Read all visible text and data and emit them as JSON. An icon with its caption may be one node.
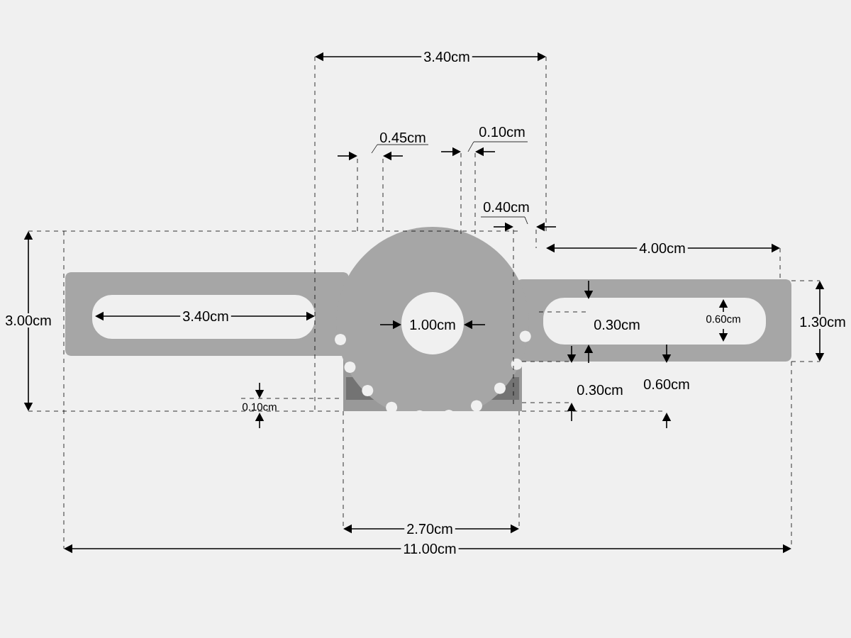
{
  "diagram": {
    "labels": [
      "3.40cm",
      "0.45cm",
      "0.10cm",
      "0.40cm",
      "4.00cm",
      "3.00cm",
      "3.40cm",
      "1.00cm",
      "0.30cm",
      "0.60cm",
      "1.30cm",
      "0.30cm",
      "0.60cm",
      "0.10cm",
      "2.70cm",
      "11.00cm"
    ]
  }
}
